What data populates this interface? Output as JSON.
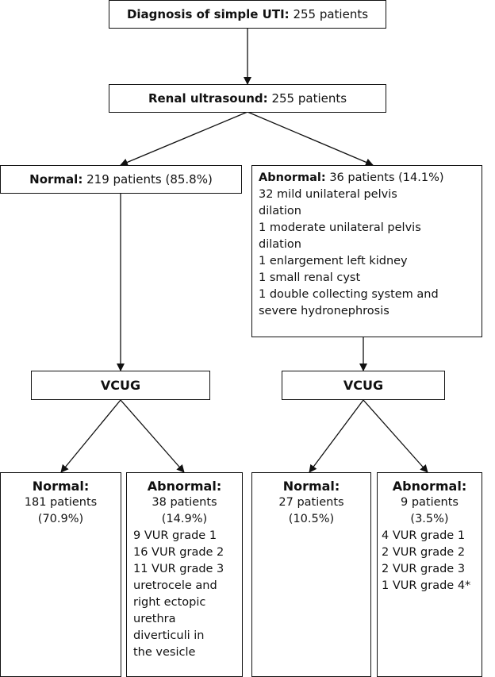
{
  "top": {
    "label": "Diagnosis of simple UTI:",
    "value": "255 patients"
  },
  "ultrasound": {
    "label": "Renal ultrasound:",
    "value": "255 patients"
  },
  "normal": {
    "label": "Normal:",
    "value": "219 patients (85.8%)"
  },
  "abnormal": {
    "label": "Abnormal:",
    "value": "36 patients (14.1%)",
    "lines": [
      "32 mild unilateral pelvis",
      "dilation",
      "1 moderate unilateral pelvis",
      "dilation",
      "1 enlargement left kidney",
      "1 small renal cyst",
      "1 double collecting system and",
      "severe hydronephrosis"
    ]
  },
  "vcug_left": {
    "label": "VCUG"
  },
  "vcug_right": {
    "label": "VCUG"
  },
  "leaf1": {
    "title": "Normal:",
    "lines": [
      "181 patients",
      "(70.9%)"
    ]
  },
  "leaf2": {
    "title": "Abnormal:",
    "lines": [
      "38 patients",
      "(14.9%)"
    ],
    "list": [
      "9 VUR  grade 1",
      "16 VUR grade 2",
      "11 VUR grade 3",
      "uretrocele and",
      "right ectopic",
      "urethra",
      "diverticuli in",
      "the vesicle"
    ]
  },
  "leaf3": {
    "title": "Normal:",
    "lines": [
      "27 patients",
      "(10.5%)"
    ]
  },
  "leaf4": {
    "title": "Abnormal:",
    "lines": [
      "9 patients",
      "(3.5%)"
    ],
    "list": [
      "4 VUR  grade 1",
      "2 VUR grade 2",
      "2 VUR grade 3",
      "1 VUR grade 4*"
    ]
  }
}
